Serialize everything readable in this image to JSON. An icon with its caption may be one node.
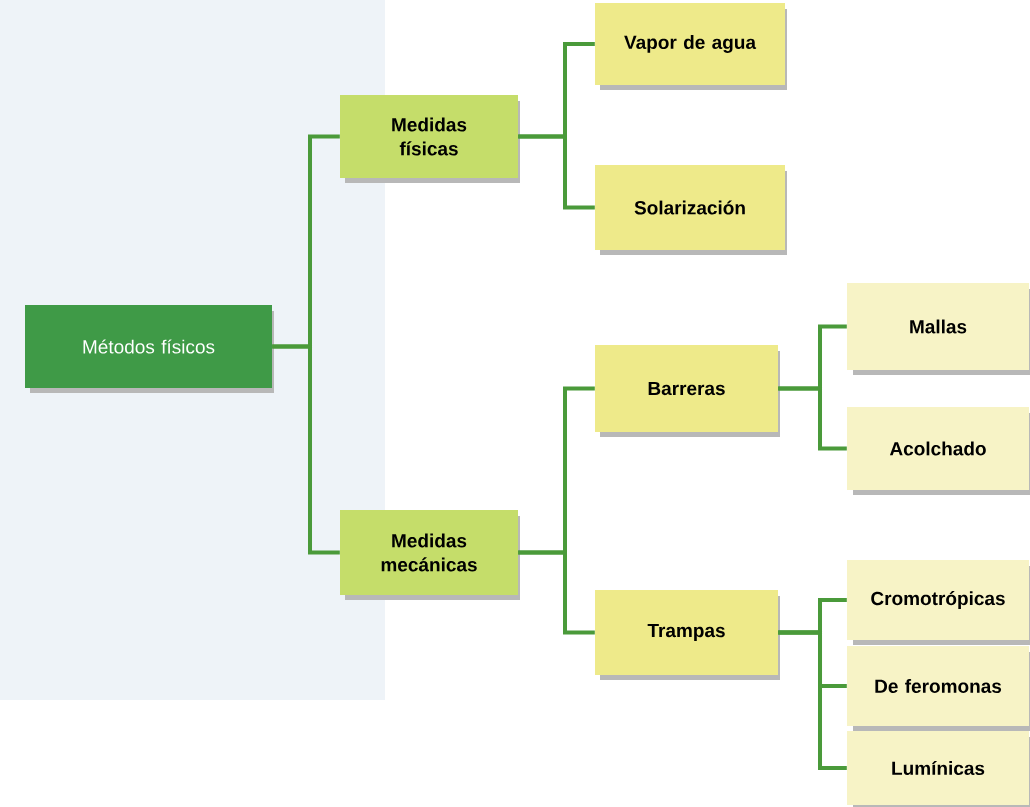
{
  "diagram": {
    "nodes": [
      {
        "text": [
          "Métodos físicos"
        ]
      },
      {
        "text": [
          "Medidas físicas"
        ]
      },
      {
        "text": [
          "Medidas mecánicas"
        ]
      },
      {
        "text": [
          "Vapor de agua"
        ]
      },
      {
        "text": [
          "Solarización"
        ]
      },
      {
        "text": [
          "Barreras"
        ]
      },
      {
        "text": [
          "Trampas"
        ]
      },
      {
        "text": [
          "Mallas"
        ]
      },
      {
        "text": [
          "Acolchado"
        ]
      },
      {
        "text": [
          "Cromotrópicas"
        ]
      },
      {
        "text": [
          "De feromonas"
        ]
      },
      {
        "text": [
          "Lumínicas"
        ]
      }
    ],
    "edges": [
      {
        "from": 0,
        "to": 1,
        "arrow": "none"
      },
      {
        "from": 0,
        "to": 2,
        "arrow": "none"
      },
      {
        "from": 1,
        "to": 3,
        "arrow": "none"
      },
      {
        "from": 1,
        "to": 4,
        "arrow": "none"
      },
      {
        "from": 2,
        "to": 5,
        "arrow": "none"
      },
      {
        "from": 2,
        "to": 6,
        "arrow": "none"
      },
      {
        "from": 5,
        "to": 7,
        "arrow": "none"
      },
      {
        "from": 5,
        "to": 8,
        "arrow": "none"
      },
      {
        "from": 6,
        "to": 9,
        "arrow": "none"
      },
      {
        "from": 6,
        "to": 10,
        "arrow": "none"
      },
      {
        "from": 6,
        "to": 11,
        "arrow": "none"
      }
    ]
  }
}
